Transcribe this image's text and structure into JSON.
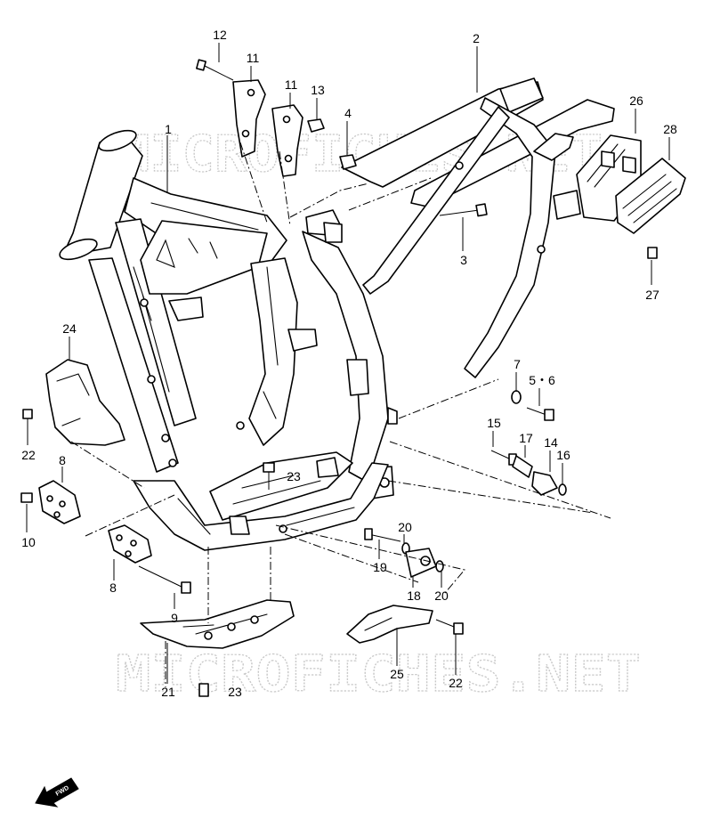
{
  "watermark": "MICROFICHES.NET",
  "fwd_label": "FWD",
  "callouts": [
    {
      "id": "c12",
      "text": "12"
    },
    {
      "id": "c11a",
      "text": "11"
    },
    {
      "id": "c11b",
      "text": "11"
    },
    {
      "id": "c13",
      "text": "13"
    },
    {
      "id": "c2",
      "text": "2"
    },
    {
      "id": "c1",
      "text": "1"
    },
    {
      "id": "c4",
      "text": "4"
    },
    {
      "id": "c26",
      "text": "26"
    },
    {
      "id": "c28",
      "text": "28"
    },
    {
      "id": "c3",
      "text": "3"
    },
    {
      "id": "c27",
      "text": "27"
    },
    {
      "id": "c24",
      "text": "24"
    },
    {
      "id": "c22a",
      "text": "22"
    },
    {
      "id": "c7",
      "text": "7"
    },
    {
      "id": "c56",
      "text": "5・6"
    },
    {
      "id": "c15",
      "text": "15"
    },
    {
      "id": "c17",
      "text": "17"
    },
    {
      "id": "c14",
      "text": "14"
    },
    {
      "id": "c16",
      "text": "16"
    },
    {
      "id": "c8a",
      "text": "8"
    },
    {
      "id": "c23a",
      "text": "23"
    },
    {
      "id": "c10",
      "text": "10"
    },
    {
      "id": "c20a",
      "text": "20"
    },
    {
      "id": "c8b",
      "text": "8"
    },
    {
      "id": "c19",
      "text": "19"
    },
    {
      "id": "c9",
      "text": "9"
    },
    {
      "id": "c18",
      "text": "18"
    },
    {
      "id": "c20b",
      "text": "20"
    },
    {
      "id": "c21",
      "text": "21"
    },
    {
      "id": "c23b",
      "text": "23"
    },
    {
      "id": "c25",
      "text": "25"
    },
    {
      "id": "c22b",
      "text": "22"
    }
  ]
}
